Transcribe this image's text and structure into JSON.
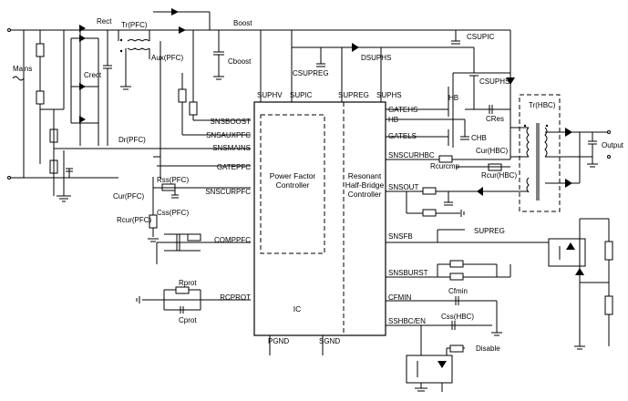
{
  "ic": {
    "label": "IC",
    "pfc_block": "Power Factor\nController",
    "hb_block": "Resonant\nHalf-Bridge\nController"
  },
  "pins": {
    "top": [
      "SUPHV",
      "SUPIC",
      "SUPREG",
      "SUPHS"
    ],
    "left": [
      "SNSBOOST",
      "SNSAUXPFC",
      "SNSMAINS",
      "GATEPFC",
      "SNSCURPFC",
      "COMPPFC",
      "RCPROT"
    ],
    "right": [
      "GATEHS",
      "HB",
      "GATELS",
      "SNSCURHBC",
      "SNSOUT",
      "SNSFB",
      "SNSBURST",
      "CFMIN",
      "SSHBC/EN"
    ],
    "bottom": [
      "PGND",
      "SGND"
    ]
  },
  "components": {
    "rect": "Rect",
    "mains": "Mains",
    "tr_pfc": "Tr(PFC)",
    "boost": "Boost",
    "c_rect": "Crect",
    "aux_pfc": "Aux(PFC)",
    "c_boost": "Cboost",
    "c_supic": "CSUPIC",
    "d_suphs": "DSUPHS",
    "c_supreg": "CSUPREG",
    "c_suphs": "CSUPHS",
    "hb": "HB",
    "c_res": "CRes",
    "tr_hbc": "Tr(HBC)",
    "c_hb": "CHB",
    "cur_hbc": "Cur(HBC)",
    "r_curcmp": "Rcurcmp",
    "r_cur_hbc": "Rcur(HBC)",
    "output": "Output",
    "dr_pfc": "Dr(PFC)",
    "r_ss_pfc": "Rss(PFC)",
    "cur_pfc": "Cur(PFC)",
    "c_ss_pfc": "Css(PFC)",
    "r_cur_pfc": "Rcur(PFC)",
    "r_prot": "Rprot",
    "c_prot": "Cprot",
    "supreg": "SUPREG",
    "c_fmin": "Cfmin",
    "c_ss_hbc": "Css(HBC)",
    "disable": "Disable"
  },
  "colors": {
    "wire": "#000000",
    "background": "#ffffff"
  }
}
